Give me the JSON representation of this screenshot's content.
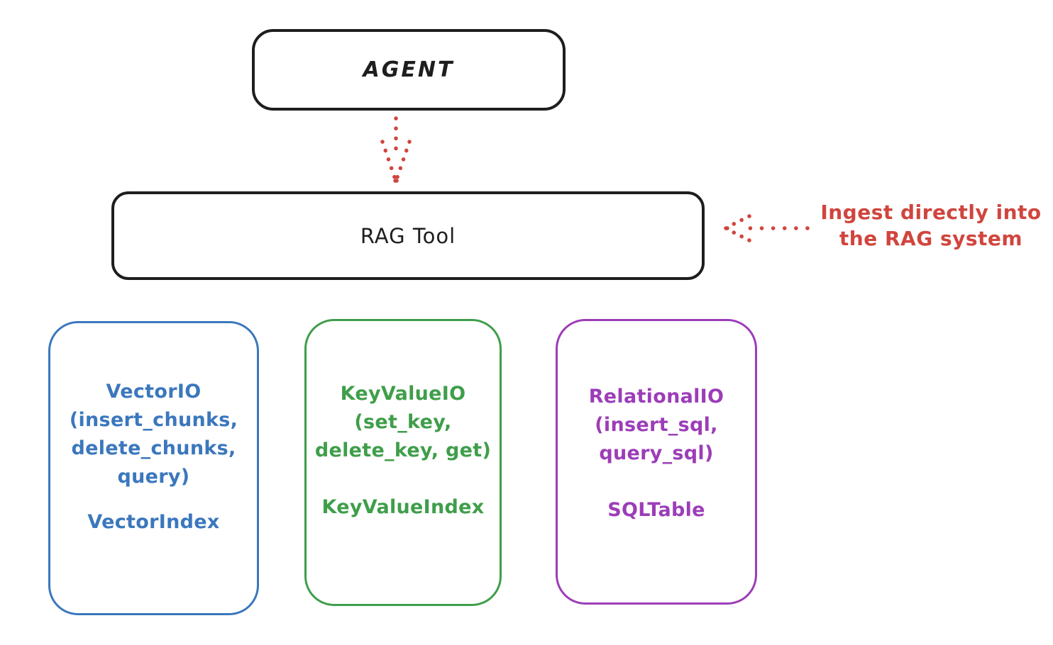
{
  "colors": {
    "ink": "#1e1e1e",
    "red": "#d0453e",
    "blue": "#3b77bd",
    "green": "#3f9e4a",
    "purple": "#9c3db8",
    "background": "#ffffff"
  },
  "agent_box": {
    "label": "AGENT"
  },
  "rag_tool_box": {
    "label": "RAG Tool"
  },
  "annotation": {
    "line1": "Ingest directly into",
    "line2": "the RAG system"
  },
  "io_boxes": [
    {
      "name": "vector-io",
      "color_key": "blue",
      "lines": [
        "VectorIO",
        "(insert_chunks,",
        "delete_chunks,",
        "query)"
      ],
      "index_label": "VectorIndex"
    },
    {
      "name": "keyvalue-io",
      "color_key": "green",
      "lines": [
        "KeyValueIO",
        "(set_key,",
        "delete_key, get)"
      ],
      "index_label": "KeyValueIndex"
    },
    {
      "name": "relational-io",
      "color_key": "purple",
      "lines": [
        "RelationalIO",
        "(insert_sql,",
        "query_sql)"
      ],
      "index_label": "SQLTable"
    }
  ]
}
